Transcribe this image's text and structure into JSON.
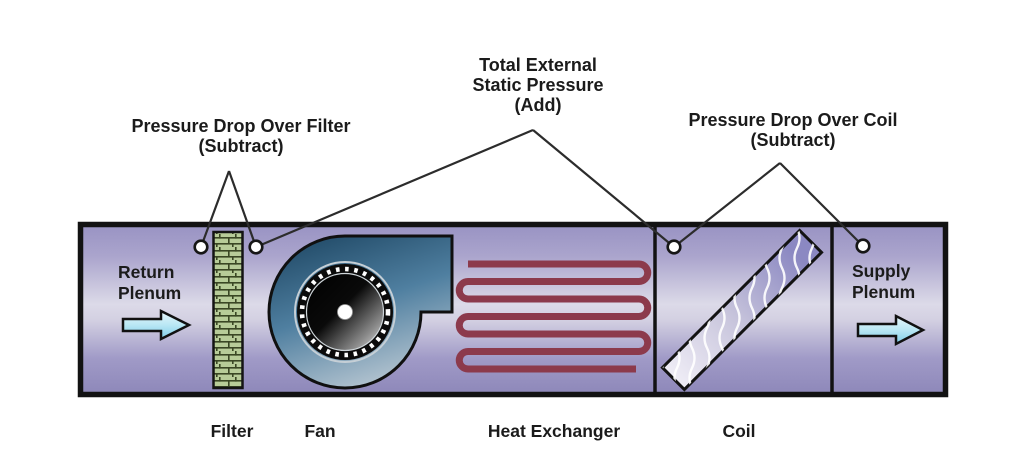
{
  "diagram": {
    "annotations": {
      "filter_drop": {
        "title": "Pressure Drop Over Filter",
        "note": "(Subtract)"
      },
      "total_esp": {
        "title_line1": "Total External",
        "title_line2": "Static Pressure",
        "note": "(Add)"
      },
      "coil_drop": {
        "title": "Pressure Drop Over Coil",
        "note": "(Subtract)"
      }
    },
    "duct": {
      "inlet": {
        "line1": "Return",
        "line2": "Plenum"
      },
      "outlet": {
        "line1": "Supply",
        "line2": "Plenum"
      }
    },
    "component_labels": {
      "filter": "Filter",
      "fan": "Fan",
      "heat_exchanger": "Heat Exchanger",
      "coil": "Coil"
    },
    "icons": {
      "inlet_arrow": "airflow-arrow-icon",
      "outlet_arrow": "airflow-arrow-icon",
      "pressure_taps": "pressure-tap-icon",
      "filter": "filter-media-icon",
      "fan": "centrifugal-fan-icon",
      "heat_exchanger": "serpentine-coil-icon",
      "coil": "cooling-coil-icon"
    },
    "colors": {
      "duct_top": "#9791c2",
      "duct_light_band": "#dcdae8",
      "duct_bottom": "#8c86b8",
      "duct_outline": "#121212",
      "filter_green": "#b7cc98",
      "filter_hatch": "#3a4724",
      "fan_blue_dark": "#264f6e",
      "fan_blue_light": "#aebfd0",
      "heat_exchanger_red": "#8c3a4c",
      "coil_purple": "#8b88c2",
      "coil_light": "#efedf6",
      "arrow_cyan": "#7fcde8",
      "leader_line": "#2c2c2c",
      "text": "#1b1b1b"
    }
  }
}
